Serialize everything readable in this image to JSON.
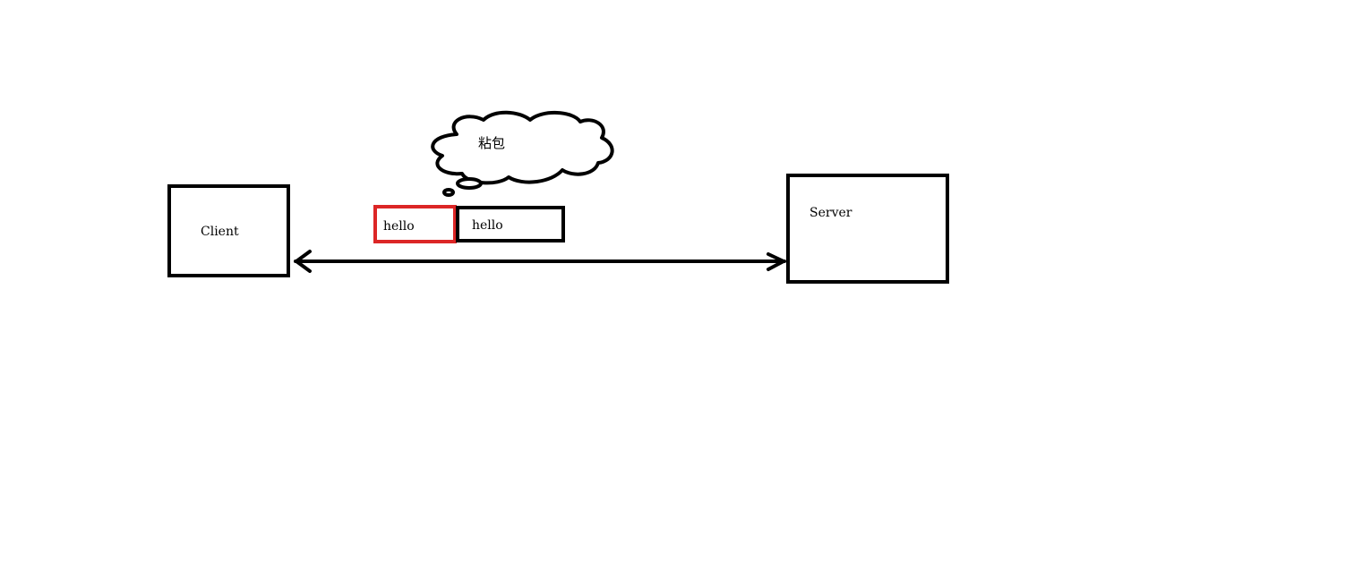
{
  "diagram": {
    "client": {
      "label": "Client"
    },
    "server": {
      "label": "Server"
    },
    "packets": [
      {
        "label": "hello",
        "border_color": "#dc2626"
      },
      {
        "label": "hello",
        "border_color": "#000000"
      }
    ],
    "cloud": {
      "label": "粘包"
    },
    "connection": {
      "direction": "bidirectional"
    }
  }
}
